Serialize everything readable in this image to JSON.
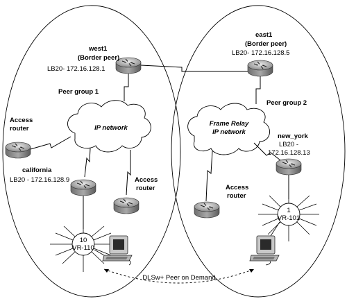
{
  "peer_groups": [
    {
      "label": "Peer group 1"
    },
    {
      "label": "Peer group 2"
    }
  ],
  "clouds": [
    {
      "line1": "IP network",
      "line2": ""
    },
    {
      "line1": "Frame Relay",
      "line2": "IP network"
    }
  ],
  "routers": {
    "west1": {
      "name": "west1",
      "role": "(Border peer)",
      "address": "LB20- 172.16.128.1"
    },
    "east1": {
      "name": "east1",
      "role": "(Border peer)",
      "address": "LB20- 172.16.128.5"
    },
    "access_left": {
      "line1": "Access",
      "line2": "router"
    },
    "california": {
      "name": "california",
      "address": "LB20 - 172.16.128.9"
    },
    "access_mid_left": {
      "line1": "Access",
      "line2": "router"
    },
    "access_right": {
      "line1": "Access",
      "line2": "router"
    },
    "new_york": {
      "name": "new_york",
      "address1": "LB20 -",
      "address2": "172.16.128.13"
    }
  },
  "rings": [
    {
      "line1": "10",
      "line2": "VR-110"
    },
    {
      "line1": "1",
      "line2": "VR-101"
    }
  ],
  "dlsw_label": "DLSw+ Peer on Demand"
}
